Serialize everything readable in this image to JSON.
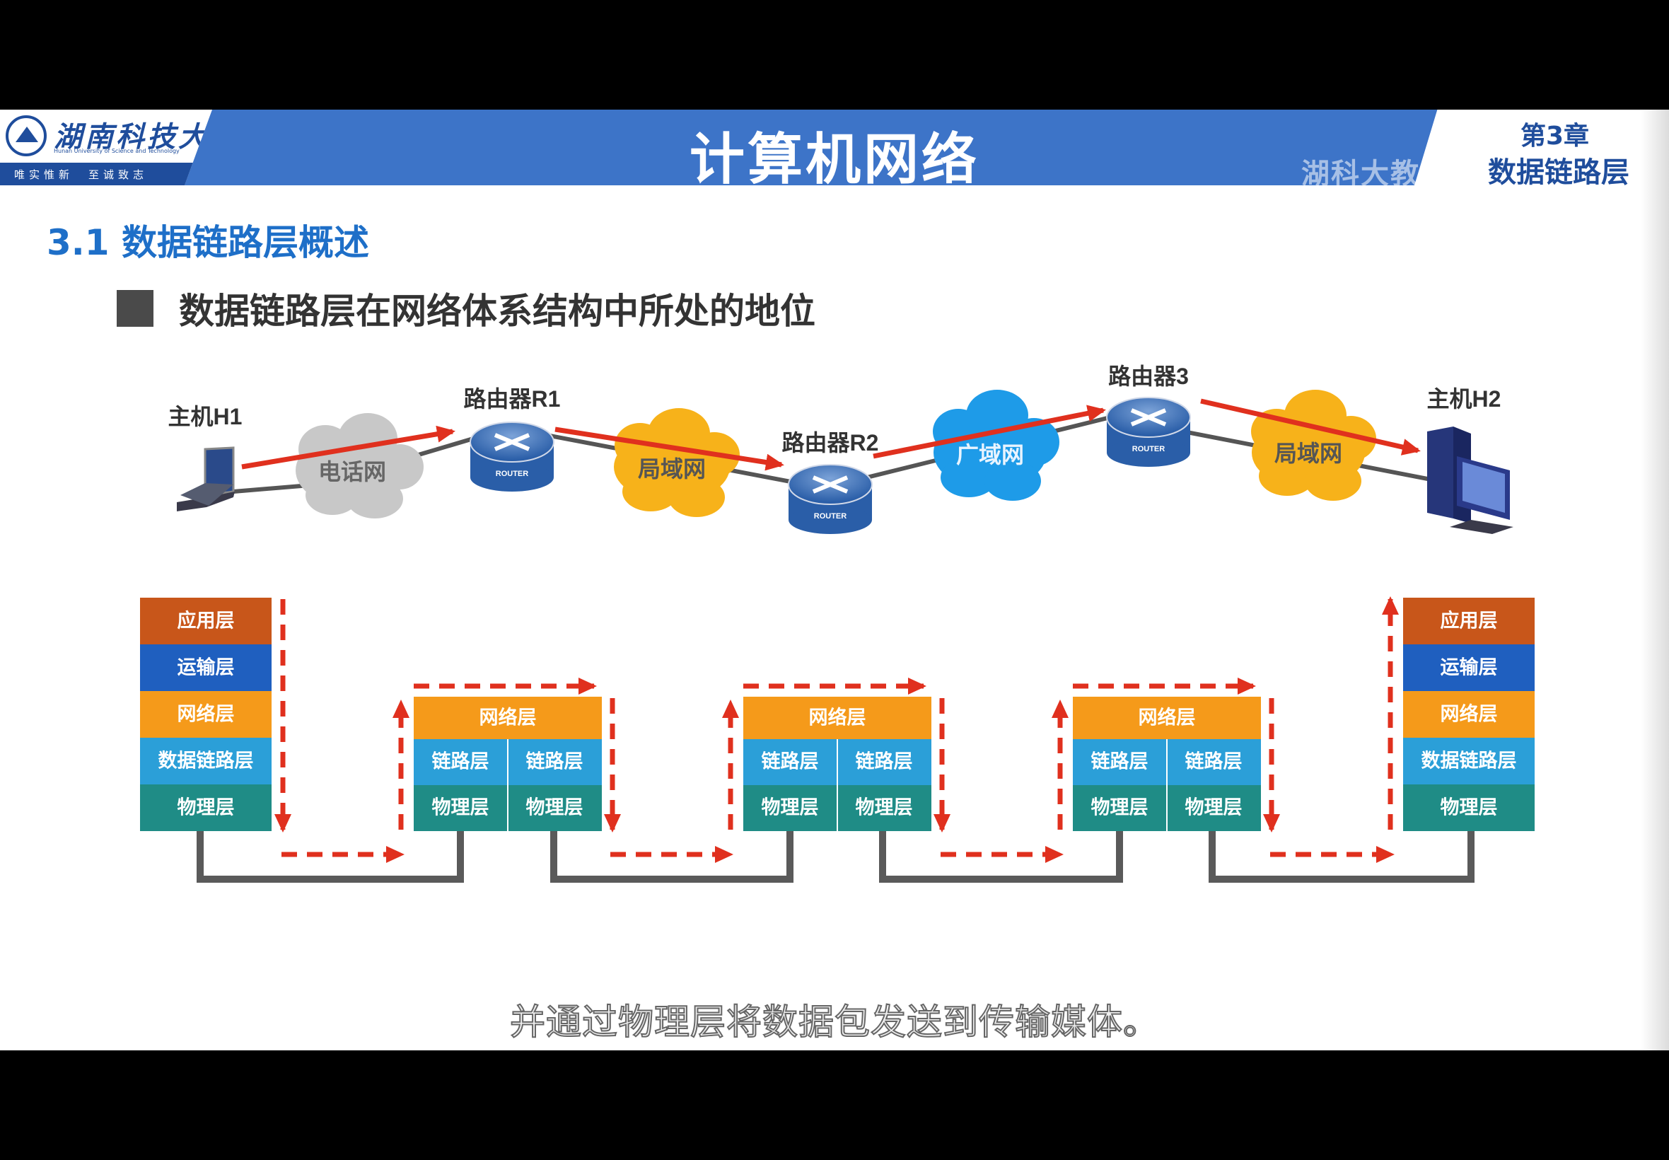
{
  "header": {
    "logo_cn": "湖南科技大学",
    "logo_en": "Hunan University of Science and Technology",
    "logo_motto": "唯实惟新　至诚致志",
    "title": "计算机网络",
    "chapter_num": "第3章",
    "chapter_name": "数据链路层",
    "watermark": "湖科大教书匠"
  },
  "section_title": "3.1 数据链路层概述",
  "subtitle": "数据链路层在网络体系结构中所处的地位",
  "topology": {
    "host1": "主机H1",
    "host2": "主机H2",
    "router1": "路由器R1",
    "router2": "路由器R2",
    "router3": "路由器3",
    "router_badge": "ROUTER",
    "clouds": [
      "电话网",
      "局域网",
      "广域网",
      "局域网"
    ],
    "colors": {
      "phone_net": "#c8c8c8",
      "lan": "#f7b21a",
      "wan": "#1e9be8",
      "path_arrow": "#e0301e"
    }
  },
  "stacks": {
    "host_left": [
      "应用层",
      "运输层",
      "网络层",
      "数据链路层",
      "物理层"
    ],
    "host_right": [
      "应用层",
      "运输层",
      "网络层",
      "数据链路层",
      "物理层"
    ],
    "router": {
      "network": "网络层",
      "link": "链路层",
      "physical": "物理层"
    },
    "colors": {
      "application": "#c8561a",
      "transport": "#1f5fbf",
      "network": "#f59a1a",
      "datalink": "#2b9fd8",
      "physical": "#1f8c86"
    }
  },
  "caption": "并通过物理层将数据包发送到传输媒体。"
}
